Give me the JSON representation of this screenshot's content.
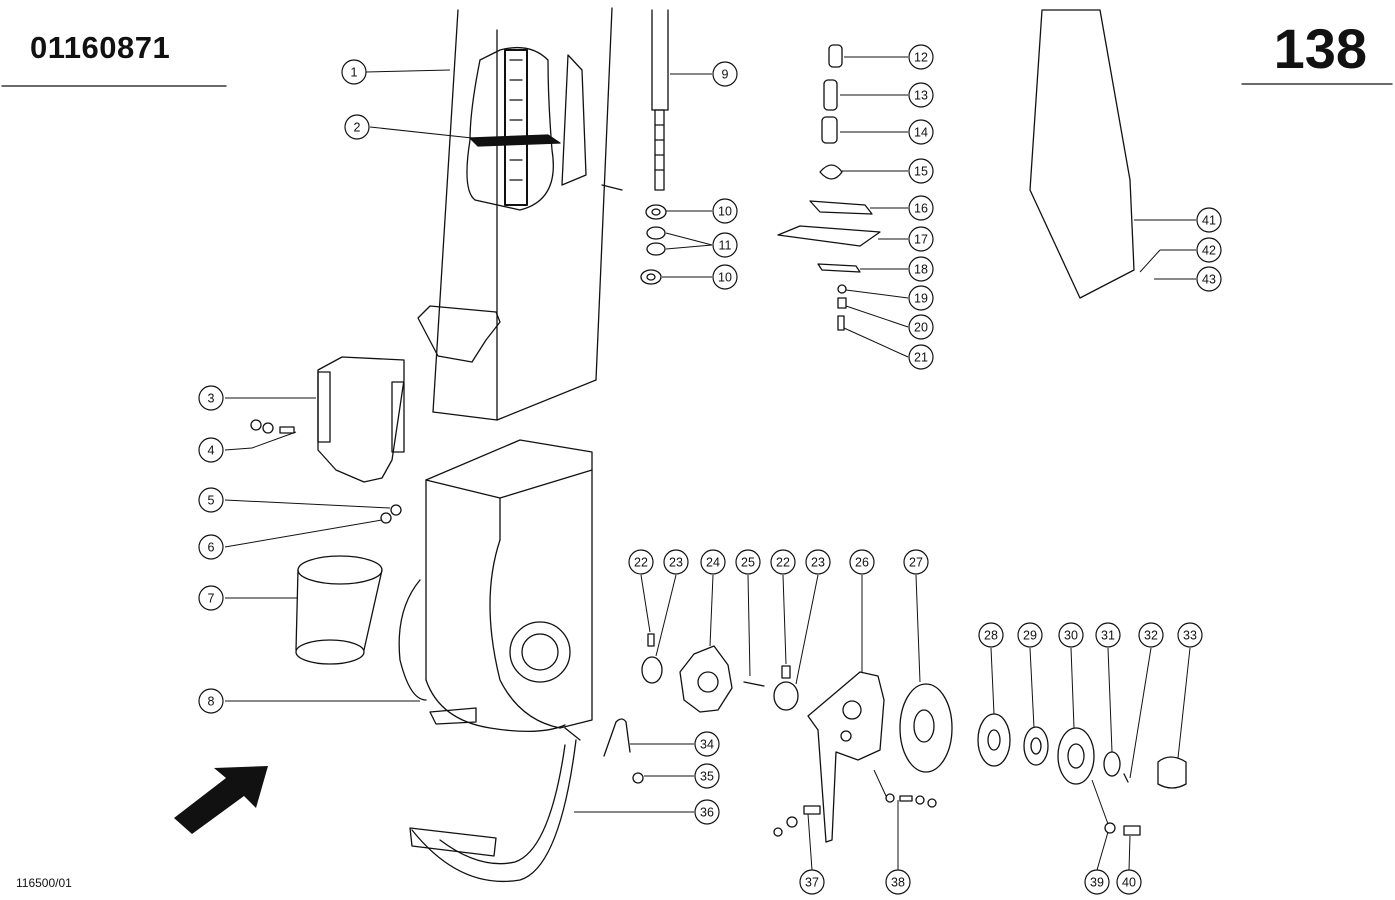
{
  "header": {
    "doc_number": "01160871",
    "page_number": "138"
  },
  "footer": {
    "code": "116500/01"
  },
  "callouts": [
    "1",
    "2",
    "3",
    "4",
    "5",
    "6",
    "7",
    "8",
    "9",
    "10",
    "10",
    "11",
    "12",
    "13",
    "14",
    "15",
    "16",
    "17",
    "18",
    "19",
    "20",
    "21",
    "22",
    "23",
    "24",
    "25",
    "22",
    "23",
    "26",
    "27",
    "28",
    "29",
    "30",
    "31",
    "32",
    "33",
    "34",
    "35",
    "36",
    "37",
    "38",
    "39",
    "40",
    "41",
    "42",
    "43"
  ],
  "icons": {
    "direction": "arrow-icon"
  }
}
